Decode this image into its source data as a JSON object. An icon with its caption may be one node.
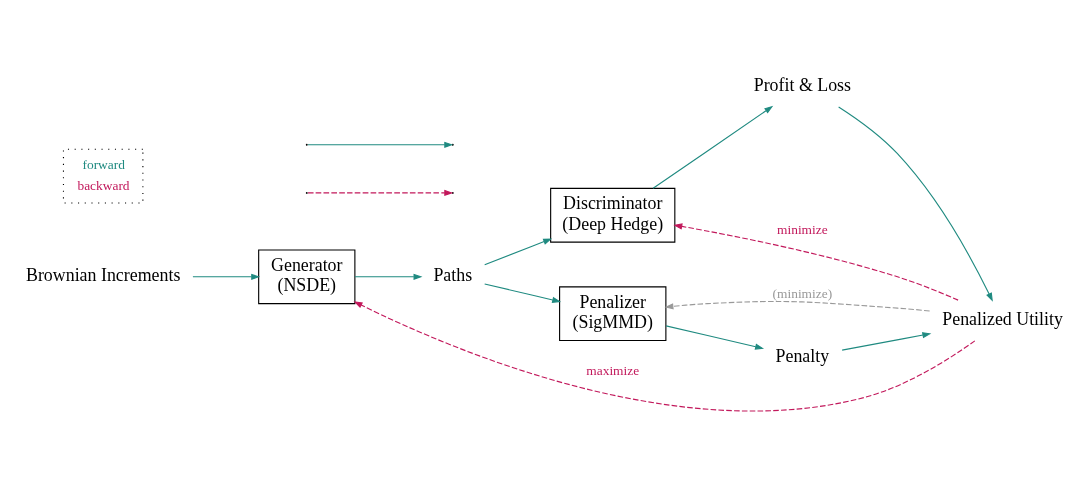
{
  "diagram": {
    "nodes": [
      {
        "text": [
          "Brownian Increments"
        ]
      },
      {
        "text": [
          "Generator",
          "(NSDE)"
        ]
      },
      {
        "text": [
          "Paths"
        ]
      },
      {
        "text": [
          "Discriminator",
          "(Deep Hedge)"
        ]
      },
      {
        "text": [
          "Profit & Loss"
        ]
      },
      {
        "text": [
          "Penalized Utility"
        ]
      },
      {
        "text": [
          "Penalizer",
          "(SigMMD)"
        ]
      },
      {
        "text": [
          "Penalty"
        ]
      }
    ],
    "edges": [
      {
        "from": 0,
        "to": 1,
        "arrow": "to"
      },
      {
        "from": 1,
        "to": 2,
        "arrow": "to"
      },
      {
        "from": 2,
        "to": 3,
        "arrow": "to"
      },
      {
        "from": 2,
        "to": 6,
        "arrow": "to"
      },
      {
        "from": 3,
        "to": 4,
        "arrow": "to"
      },
      {
        "from": 4,
        "to": 5,
        "arrow": "to"
      },
      {
        "from": 6,
        "to": 7,
        "arrow": "to"
      },
      {
        "from": 7,
        "to": 5,
        "arrow": "to"
      },
      {
        "from": 5,
        "to": 3,
        "arrow": "to",
        "label": "minimize",
        "style": "dashed",
        "color": "#c2185b"
      },
      {
        "from": 5,
        "to": 1,
        "arrow": "to",
        "label": "maximize",
        "style": "dashed",
        "color": "#c2185b"
      },
      {
        "from": 5,
        "to": 6,
        "arrow": "to",
        "label": "(minimize)",
        "style": "dashed",
        "color": "#999999"
      }
    ],
    "legend": [
      {
        "text": "forward"
      },
      {
        "text": "backward"
      }
    ]
  }
}
